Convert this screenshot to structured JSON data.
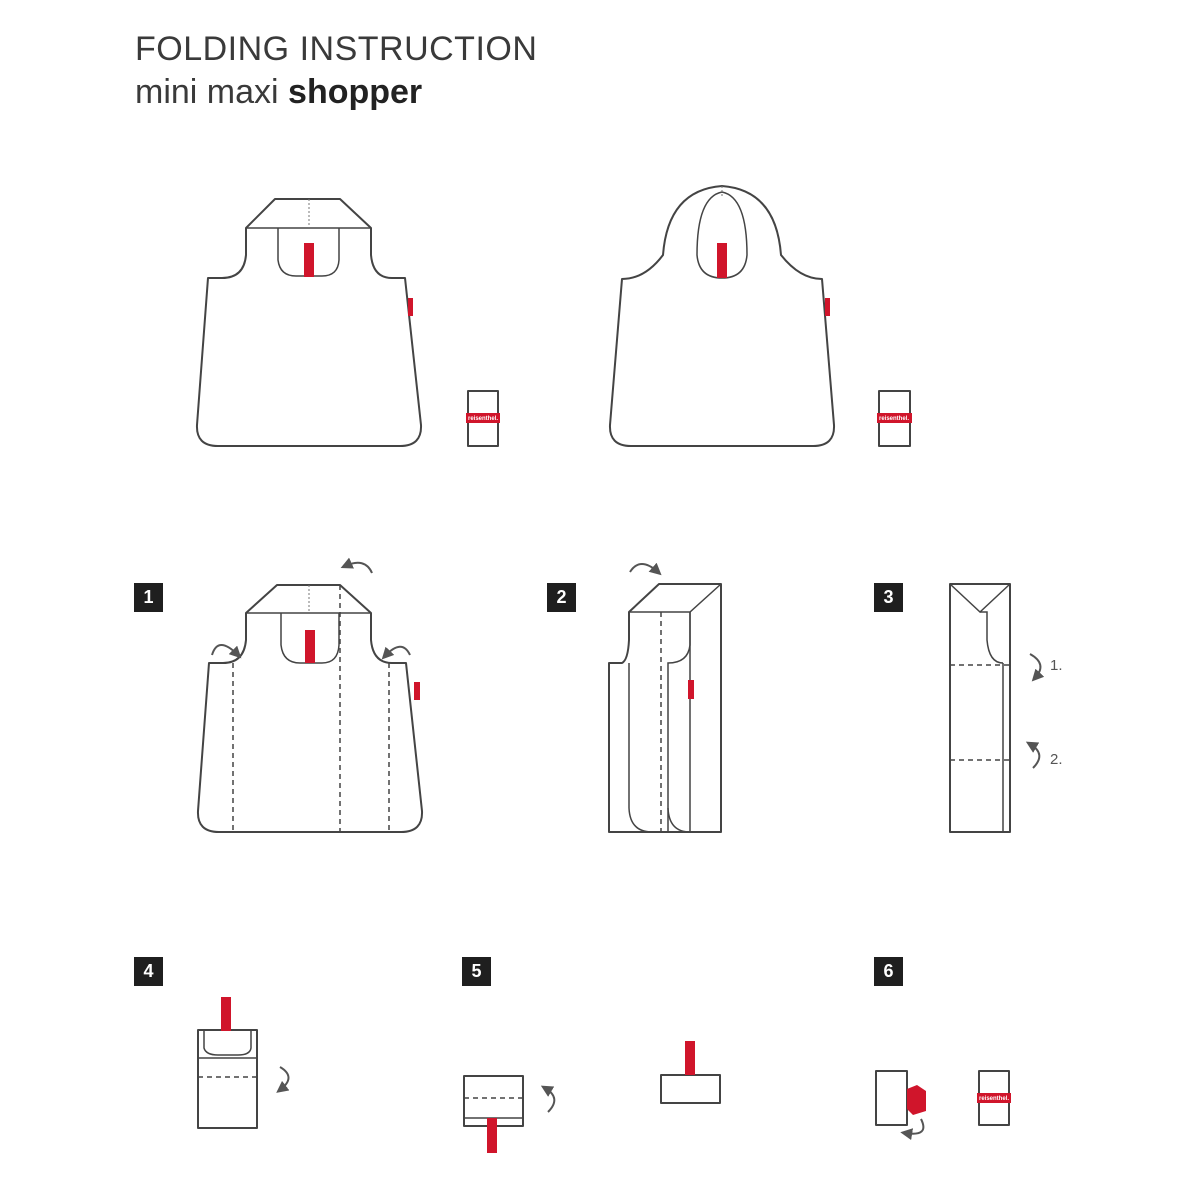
{
  "header": {
    "title": "FOLDING INSTRUCTION",
    "subtitle_light": "mini maxi",
    "subtitle_bold": "shopper"
  },
  "steps": [
    {
      "number": "1"
    },
    {
      "number": "2"
    },
    {
      "number": "3",
      "sub_labels": [
        "1.",
        "2."
      ]
    },
    {
      "number": "4"
    },
    {
      "number": "5"
    },
    {
      "number": "6"
    }
  ],
  "brand_label": "reisenthel.",
  "colors": {
    "accent": "#d0152b",
    "line": "#444444",
    "badge": "#1f1f1f"
  }
}
